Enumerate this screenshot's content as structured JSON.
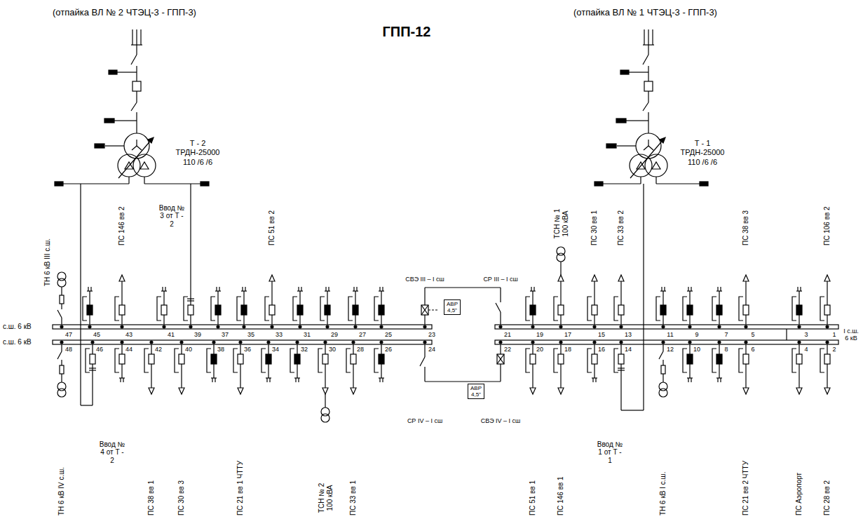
{
  "diagram": {
    "title": "ГПП-12",
    "nodes": [
      {
        "text": [
          "Т - 2",
          "ТРДН-25000",
          "110 /6 /6"
        ]
      },
      {
        "text": [
          "Т - 1",
          "ТРДН-25000",
          "110 /6 /6"
        ]
      },
      {
        "text": [
          "АВР 4,5\""
        ]
      },
      {
        "text": [
          "АВР 4,5\""
        ]
      }
    ],
    "labels": [
      "(отпайка ВЛ № 2 ЧТЭЦ-3 - ГПП-3)",
      "(отпайка ВЛ № 1 ЧТЭЦ-3 - ГПП-3)",
      "ТН 6 кВ III с.ш.",
      "ПС 146 вв 2",
      "Ввод № 3 от Т - 2",
      "ПС 51 вв 2",
      "СВЭ III – I сш",
      "СР III – I сш",
      "ТСН № 1 100 кВА",
      "ПС 30 вв 1",
      "ПС 33 вв 2",
      "ПС 38 вв 3",
      "ПС 106 вв 2",
      "с.ш. 6 кВ",
      "с.ш. 6 кВ",
      "I с.ш. 6 кВ",
      "47",
      "45",
      "43",
      "41",
      "39",
      "37",
      "35",
      "33",
      "31",
      "29",
      "27",
      "25",
      "23",
      "21",
      "19",
      "17",
      "15",
      "13",
      "11",
      "9",
      "7",
      "5",
      "3",
      "1",
      "48",
      "46",
      "44",
      "42",
      "40",
      "38",
      "36",
      "34",
      "32",
      "30",
      "28",
      "26",
      "24",
      "22",
      "20",
      "18",
      "16",
      "14",
      "12",
      "10",
      "8",
      "6",
      "4",
      "2",
      "ТН 6 кВ IV с.ш.",
      "Ввод № 4 от Т - 2",
      "ПС 38 вв 1",
      "ПС 30 вв 3",
      "ПС 21 вв 1 ЧТТУ",
      "ТСН № 2 100 кВА",
      "ПС 33 вв 1",
      "СР IV – I сш",
      "СВЭ IV – I сш",
      "ПС 51 вв 1",
      "ПС 146 вв 1",
      "Ввод № 1 от Т - 1",
      "ТН 6 кВ I с.ш.",
      "ПС 21 вв 2 ЧТТУ",
      "ПС Аэропорт",
      "ПС 28 вв 2"
    ]
  }
}
